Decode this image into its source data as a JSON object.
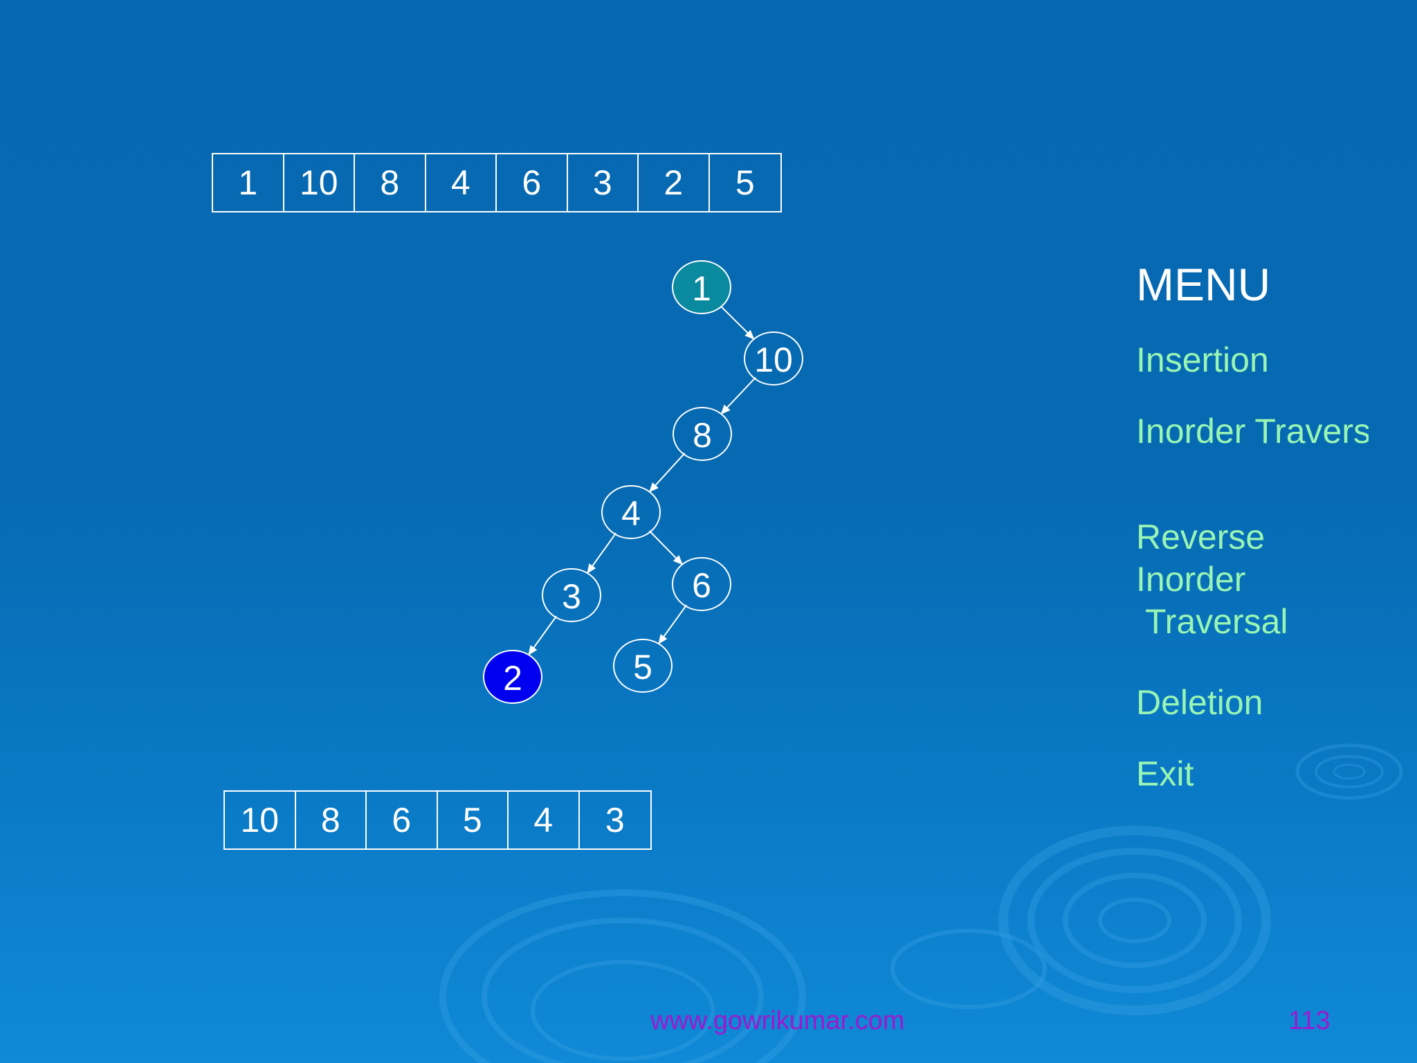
{
  "array_top": [
    "1",
    "10",
    "8",
    "4",
    "6",
    "3",
    "2",
    "5"
  ],
  "array_bottom": [
    "10",
    "8",
    "6",
    "5",
    "4",
    "3"
  ],
  "tree": {
    "nodes": [
      {
        "id": "n1",
        "label": "1",
        "state": "root"
      },
      {
        "id": "n10",
        "label": "10",
        "state": "normal"
      },
      {
        "id": "n8",
        "label": "8",
        "state": "normal"
      },
      {
        "id": "n4",
        "label": "4",
        "state": "normal"
      },
      {
        "id": "n3",
        "label": "3",
        "state": "normal"
      },
      {
        "id": "n6",
        "label": "6",
        "state": "normal"
      },
      {
        "id": "n2",
        "label": "2",
        "state": "current"
      },
      {
        "id": "n5",
        "label": "5",
        "state": "normal"
      }
    ],
    "edges": [
      {
        "from": "n1",
        "to": "n10",
        "side": "right"
      },
      {
        "from": "n10",
        "to": "n8",
        "side": "left"
      },
      {
        "from": "n8",
        "to": "n4",
        "side": "left"
      },
      {
        "from": "n4",
        "to": "n3",
        "side": "left"
      },
      {
        "from": "n4",
        "to": "n6",
        "side": "right"
      },
      {
        "from": "n3",
        "to": "n2",
        "side": "left"
      },
      {
        "from": "n6",
        "to": "n5",
        "side": "left"
      }
    ],
    "colors": {
      "root_fill": "#0a8a9e",
      "current_fill": "#0000f0",
      "stroke": "#ffffff"
    }
  },
  "menu": {
    "title": "MENU",
    "insertion": "Insertion",
    "inorder": "Inorder Traversal",
    "reverse_inorder": "Reverse\nInorder\n Traversal",
    "deletion": "Deletion",
    "exit": "Exit"
  },
  "footer": {
    "url": "www.gowrikumar.com",
    "page": "113"
  },
  "colors": {
    "menu_item": "#99f5b4",
    "footer_text": "#9b19d0"
  }
}
